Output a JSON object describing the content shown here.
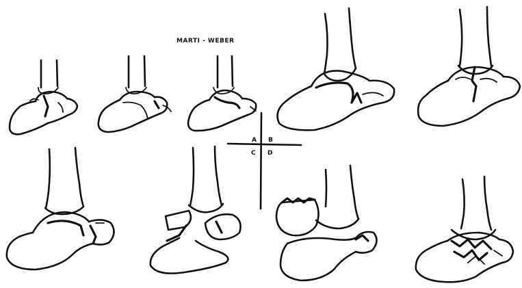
{
  "figure": {
    "title": "MARTI - WEBER",
    "quadrants": [
      "A",
      "B",
      "C",
      "D"
    ]
  }
}
